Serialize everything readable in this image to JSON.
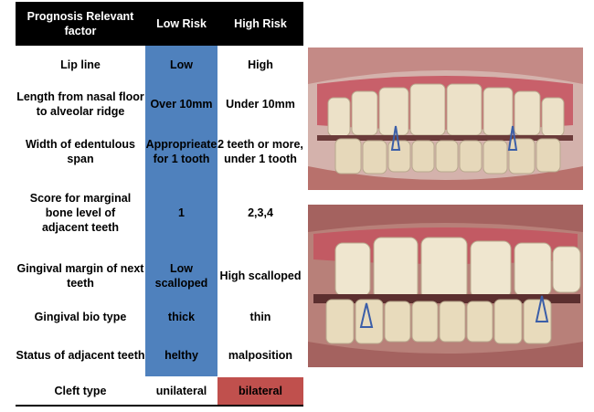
{
  "table": {
    "headers": [
      "Prognosis Relevant factor",
      "Low Risk",
      "High Risk"
    ],
    "rows": [
      {
        "factor": "Lip line",
        "low": "Low",
        "high": "High"
      },
      {
        "factor": "Length from nasal floor to alveolar ridge",
        "low": "Over 10mm",
        "high": "Under 10mm"
      },
      {
        "factor": "Width of edentulous span",
        "low": "Approprieate for 1 tooth",
        "high": "2 teeth or more, under 1 tooth"
      },
      {
        "factor": "Score for marginal bone level  of adjacent teeth",
        "low": "1",
        "high": "2,3,4"
      },
      {
        "factor": "Gingival margin of next teeth",
        "low": "Low scalloped",
        "high": "High scalloped"
      },
      {
        "factor": "Gingival bio type",
        "low": "thick",
        "high": "thin"
      },
      {
        "factor": "Status of adjacent teeth",
        "low": "helthy",
        "high": "malposition"
      },
      {
        "factor": "Cleft type",
        "low": "unilateral",
        "high": "bilateral"
      }
    ]
  },
  "colors": {
    "low_risk": "#4f81bd",
    "high_risk_cleft": "#c0504d",
    "header": "#000000"
  }
}
